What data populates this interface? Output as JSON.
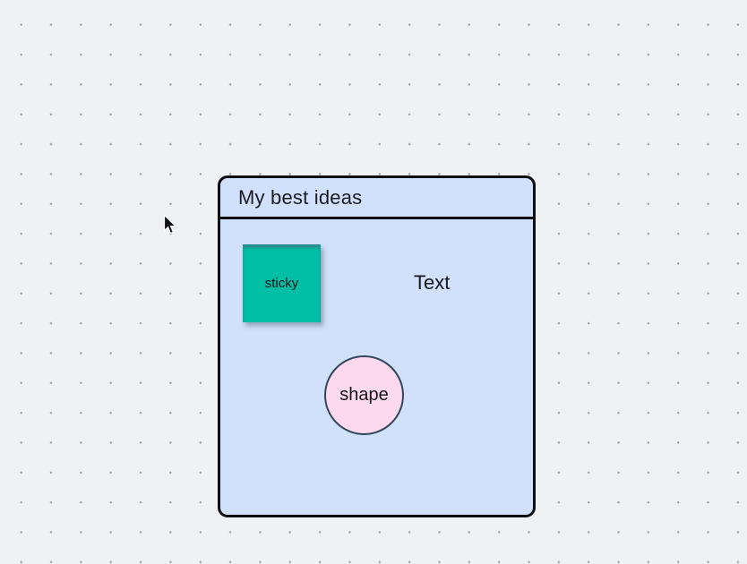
{
  "canvas": {
    "background_color": "#eff1f3",
    "dot_color": "#9ba0a5"
  },
  "frame": {
    "title": "My best ideas",
    "fill_color": "#d2e1fb",
    "border_color": "#0d0f12"
  },
  "sticky_note": {
    "label": "sticky",
    "fill_color": "#00bfa6"
  },
  "text_object": {
    "text": "Text"
  },
  "ellipse_shape": {
    "label": "shape",
    "fill_color": "#fcd9ee",
    "border_color": "#33475a"
  },
  "cursor": {
    "icon": "arrow-pointer"
  }
}
